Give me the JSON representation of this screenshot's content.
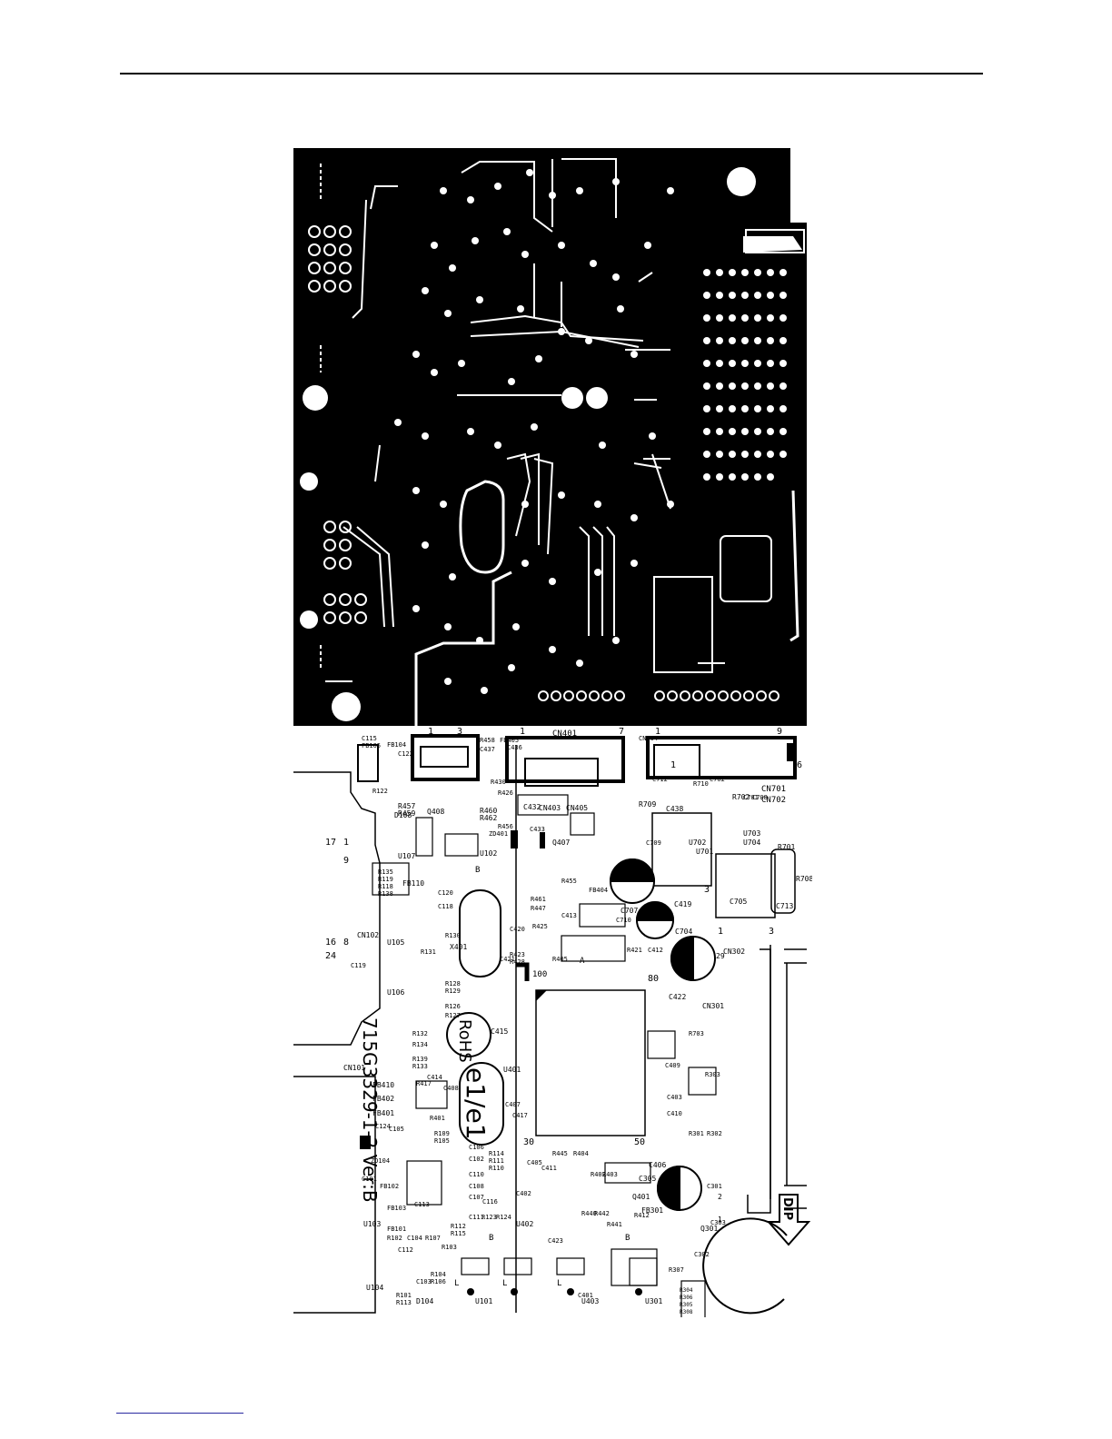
{
  "board": {
    "part_number": "715G3329-1-2 Ver:B",
    "rohs_mark": "RoHS",
    "e1_mark": "e1/e1",
    "dip_mark": "DIP"
  },
  "connectors": {
    "cn401": "CN401",
    "cn404": "CN404",
    "cn701": "CN701",
    "cn702": "CN702",
    "cn302": "CN302",
    "cn301": "CN301",
    "cn101": "CN101",
    "cn102": "CN102",
    "cn403": "CN403",
    "cn405": "CN405"
  },
  "components": {
    "u401": "U401",
    "u402": "U402",
    "u403": "U403",
    "u101": "U101",
    "u103": "U103",
    "u104": "U104",
    "u105": "U105",
    "u106": "U106",
    "u107": "U107",
    "u102": "U102",
    "u301": "U301",
    "u701": "U701",
    "u702": "U702",
    "u703": "U703",
    "u704": "U704",
    "x401": "X401",
    "c704": "C704",
    "c419": "C419",
    "c305": "C305",
    "c707": "C707",
    "c705": "C705",
    "c713": "C713",
    "c422": "C422",
    "c438": "C438",
    "c432": "C432",
    "c415": "C415",
    "c406": "C406",
    "r701": "R701",
    "r708": "R708",
    "r702": "R702",
    "r709": "R709",
    "q408": "Q408",
    "q401": "Q401",
    "q301": "Q301",
    "q407": "Q407",
    "d108": "D108",
    "d104": "D104",
    "fb110": "FB110",
    "fb410": "FB410",
    "fb402": "FB402",
    "fb401": "FB401",
    "fb301": "FB301",
    "zd104": "ZD104",
    "r457": "R457",
    "r459": "R459",
    "r460": "R460",
    "r462": "R462",
    "r135": "R135",
    "r119": "R119",
    "r118": "R118",
    "r138": "R138",
    "c120": "C120",
    "c118": "C118",
    "c119": "C119",
    "c124": "C124",
    "c101": "C101",
    "r128": "R128",
    "r129": "R129",
    "r126": "R126",
    "r127": "R127",
    "r132": "R132",
    "r134": "R134",
    "r139": "R139",
    "r133": "R133",
    "r417": "R417",
    "r401": "R401",
    "c414": "C414",
    "c408": "C408",
    "r109": "R109",
    "r105": "R105",
    "c106": "C106",
    "c102": "C102",
    "r114": "R114",
    "r111": "R111",
    "r110": "R110",
    "c110": "C110",
    "c108": "C108",
    "c107": "C107",
    "fb103": "FB103",
    "fb101": "FB101",
    "r102": "R102",
    "c104": "C104",
    "r107": "R107",
    "r101": "R101",
    "r113": "R113",
    "c405": "C405",
    "r445": "R445",
    "r404": "R404",
    "c402": "C402",
    "c423": "C423",
    "c401": "C401",
    "r440": "R440",
    "r442": "R442",
    "c303": "C303",
    "c302": "C302",
    "r307": "R307",
    "c410": "C410",
    "r301": "R301",
    "r302": "R302",
    "c403": "C403",
    "c409": "C409",
    "r703": "R703",
    "r303": "R303",
    "c421": "C421",
    "r423": "R423",
    "r428": "R428",
    "c420": "C420",
    "r421": "R421",
    "c412": "C412",
    "r405": "R405",
    "r425": "R425",
    "c413": "C413",
    "fb404": "FB404",
    "r455": "R455",
    "r461": "R461",
    "r447": "R447",
    "r456": "R456",
    "c433": "C433",
    "zd401": "ZD401",
    "c436": "C436",
    "r458": "R458",
    "fb405": "FB405",
    "c437": "C437",
    "r430": "R430",
    "r426": "R426",
    "c115": "C115",
    "fb105": "FB105",
    "c122": "C122",
    "fb104": "FB104",
    "r122": "R122",
    "r131": "R131",
    "r130": "R130",
    "c710": "C710",
    "c712": "C712",
    "c701": "C701",
    "c708": "C708",
    "c709": "C709",
    "c702": "C702",
    "r710": "R710",
    "c411": "C411",
    "c407": "C407",
    "c417": "C417",
    "r402": "R402",
    "r403": "R403",
    "c301": "C301",
    "r412": "R412",
    "r441": "R441",
    "r112": "R112",
    "r115": "R115",
    "c111": "C111",
    "r123": "R123",
    "r124": "R124",
    "c116": "C116",
    "c113": "C113",
    "r103": "R103",
    "c105": "C105",
    "fb102": "FB102",
    "r104": "R104",
    "r106": "R106",
    "c103": "C103",
    "c112": "C112",
    "r304": "R304",
    "r306": "R306",
    "r305": "R305",
    "r308": "R308"
  },
  "pin_numbers": {
    "p1": "1",
    "p3": "3",
    "p7": "7",
    "p9": "9",
    "p6": "6",
    "p2": "2",
    "p8": "8",
    "p16": "16",
    "p24": "24",
    "p17": "17",
    "p30": "30",
    "p50": "50",
    "p80": "80",
    "p100": "100",
    "p29": "29"
  },
  "markers": {
    "b": "B",
    "l": "L",
    "a": "A"
  }
}
